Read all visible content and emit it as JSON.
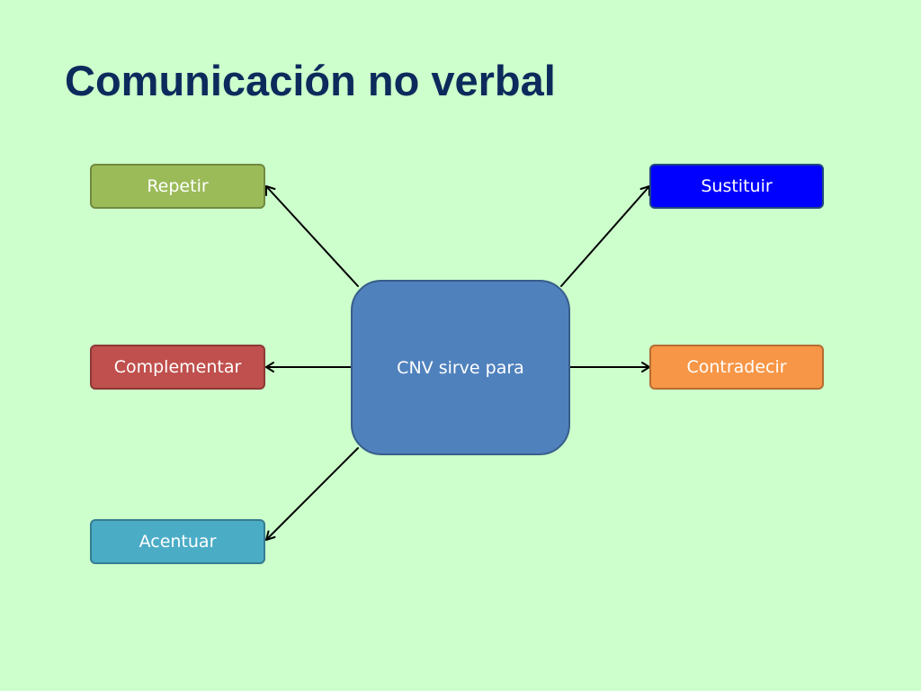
{
  "slide": {
    "title": "Comunicación no verbal",
    "background_color": "#ccffcc",
    "title_color": "#0d2a5c"
  },
  "diagram": {
    "center": {
      "label": "CNV sirve para",
      "fill": "#4f81bd",
      "border": "#385d8a"
    },
    "nodes": [
      {
        "id": "repetir",
        "label": "Repetir",
        "fill": "#9bbb59",
        "border": "#71893f"
      },
      {
        "id": "sustituir",
        "label": "Sustituir",
        "fill": "#0000ff",
        "border": "#1f497d"
      },
      {
        "id": "complementar",
        "label": "Complementar",
        "fill": "#c0504d",
        "border": "#8c3836"
      },
      {
        "id": "contradecir",
        "label": "Contradecir",
        "fill": "#f79646",
        "border": "#b66d31"
      },
      {
        "id": "acentuar",
        "label": "Acentuar",
        "fill": "#4bacc6",
        "border": "#357d91"
      }
    ],
    "edges": [
      {
        "from": "center",
        "to": "repetir"
      },
      {
        "from": "center",
        "to": "sustituir"
      },
      {
        "from": "center",
        "to": "complementar"
      },
      {
        "from": "center",
        "to": "contradecir"
      },
      {
        "from": "center",
        "to": "acentuar"
      }
    ],
    "connector_color": "#000000"
  }
}
